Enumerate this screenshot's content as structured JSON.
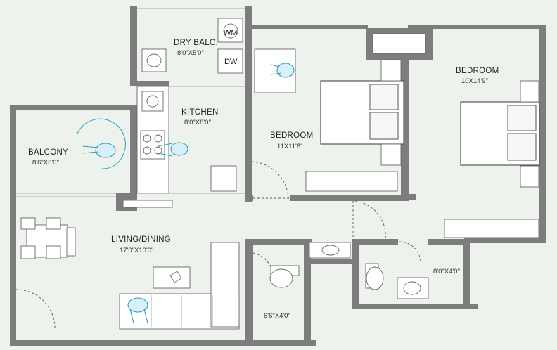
{
  "rooms": {
    "dry_balcony": {
      "name": "DRY BALC.",
      "size": "8'0\"X5'0\""
    },
    "kitchen": {
      "name": "KITCHEN",
      "size": "8'0\"X8'0\""
    },
    "balcony": {
      "name": "BALCONY",
      "size": "8'6\"X6'0\""
    },
    "bedroom_1": {
      "name": "BEDROOM",
      "size": "11X11'6\""
    },
    "bedroom_2": {
      "name": "BEDROOM",
      "size": "10X14'9\""
    },
    "living_dining": {
      "name": "LIVING/DINING",
      "size": "17'0\"X10'0\""
    },
    "toilet_1": {
      "size": "6'6\"X4'0\""
    },
    "toilet_2": {
      "size": "8'0\"X4'0\""
    }
  },
  "appliances": {
    "washing_machine": "WM",
    "dishwasher": "DW"
  },
  "colors": {
    "wall": "#7d7d7d",
    "background": "#eef2ec",
    "furniture_accent": "#2a9bbf"
  }
}
